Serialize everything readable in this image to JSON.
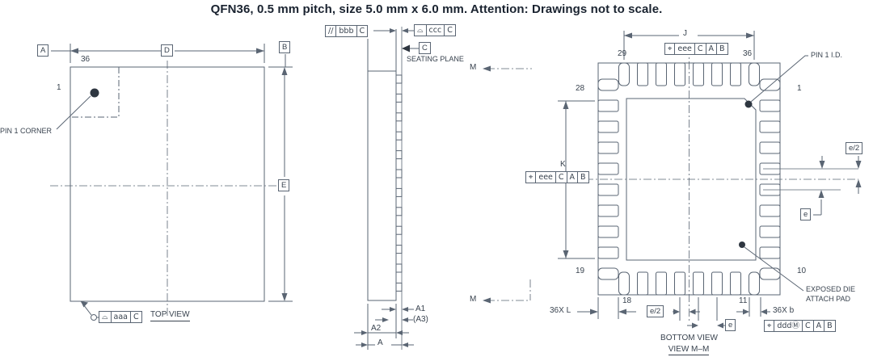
{
  "title": "QFN36, 0.5 mm pitch, size 5.0 mm x 6.0 mm. Attention: Drawings not to scale.",
  "colors": {
    "line": "#5a6573",
    "text": "#39434f",
    "background": "#ffffff"
  },
  "top_view": {
    "datum_a": "A",
    "datum_b": "B",
    "dim_d": "D",
    "dim_e": "E",
    "pin_36": "36",
    "pin_1": "1",
    "pin1_corner_label": "PIN 1 CORNER",
    "view_label": "TOP VIEW"
  },
  "side_view": {
    "seating_plane_label": "SEATING PLANE",
    "datum_c": "C",
    "section_marker": "M",
    "dim_a1": "A1",
    "dim_a3": "(A3)",
    "dim_a2": "A2",
    "dim_a": "A"
  },
  "bottom_view": {
    "dim_j": "J",
    "dim_k": "K",
    "pin_29": "29",
    "pin_36": "36",
    "pin_28": "28",
    "pin_1": "1",
    "pin_19": "19",
    "pin_10": "10",
    "pin_18": "18",
    "pin_11": "11",
    "pin1_id_label": "PIN 1 I.D.",
    "exposed_pad_line1": "EXPOSED DIE",
    "exposed_pad_line2": "ATTACH PAD",
    "dim_36x_l": "36X L",
    "dim_36x_b": "36X b",
    "dim_e_half": "e/2",
    "dim_e": "e",
    "view_label_1": "BOTTOM VIEW",
    "view_label_2": "VIEW M–M"
  },
  "fcf": {
    "aaa": {
      "sym": "⌓",
      "tol": "aaa",
      "d1": "C"
    },
    "bbb": {
      "sym": "//",
      "tol": "bbb",
      "d1": "C"
    },
    "ccc": {
      "sym": "⌓",
      "tol": "ccc",
      "d1": "C"
    },
    "eee_top": {
      "sym": "⌖",
      "tol": "eee",
      "d1": "C",
      "d2": "A",
      "d3": "B"
    },
    "eee_left": {
      "sym": "⌖",
      "tol": "eee",
      "d1": "C",
      "d2": "A",
      "d3": "B"
    },
    "ddd": {
      "sym": "⌖",
      "tol": "ddd",
      "mod": "Ⓜ",
      "d1": "C",
      "d2": "A",
      "d3": "B"
    }
  }
}
